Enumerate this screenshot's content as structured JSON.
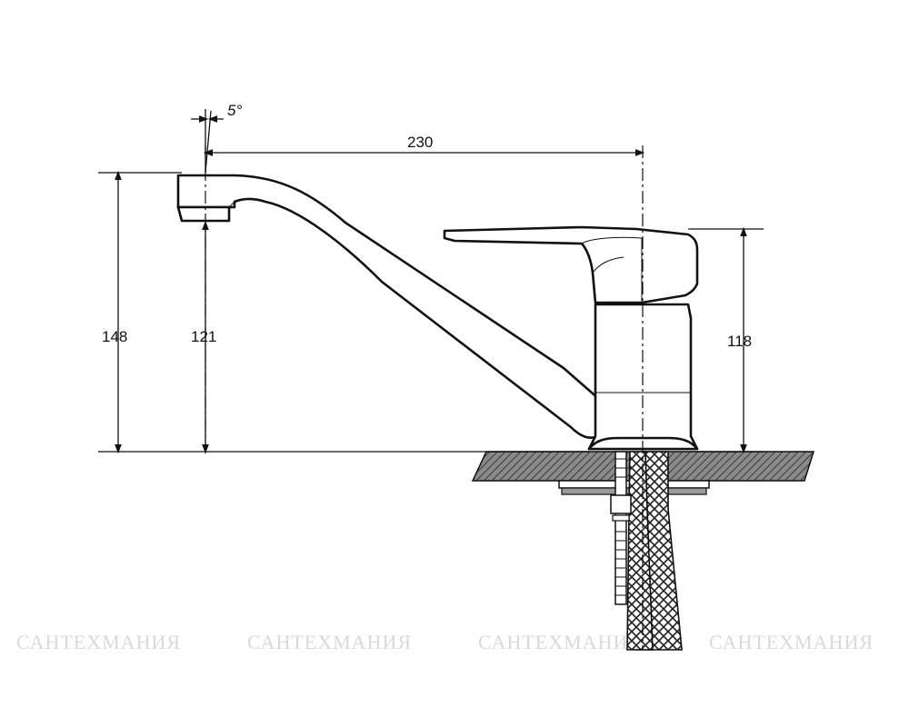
{
  "dimensions": {
    "total_height": "148",
    "spout_height": "121",
    "reach": "230",
    "body_height": "118",
    "spout_angle": "5°"
  },
  "watermarks": [
    "САНТЕХМАНИЯ",
    "САНТЕХМАНИЯ",
    "САНТЕХМАНИЯ",
    "САНТЕХМАНИЯ"
  ]
}
